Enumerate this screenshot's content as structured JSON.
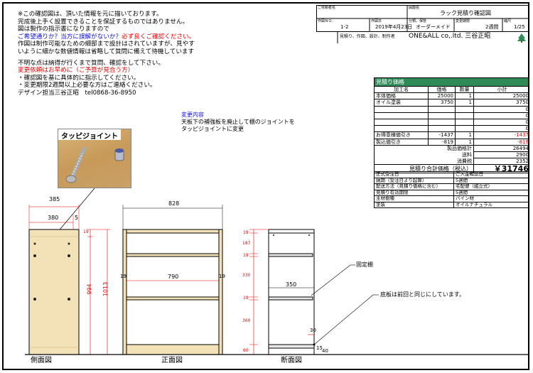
{
  "notes": {
    "l1": "※この確認図は、頂いた情報を元に描いております。",
    "l2": "完成後上手く設置できることを保証するものではありません。",
    "l3": "図は製作の指示書になりますので",
    "l4a": "ご希望通りか？当方に誤解がないか？",
    "l4b": "必ず良くご確認ください。",
    "l5": "作図は制作可能なための細部まで設計はされていますが、見やす",
    "l6": "いように細かな数値情報は省略して質問に備えて待機しています",
    "l7": "不明な点は納得が行くまで質問、確認をして下さい。",
    "l8": "変更依頼はお早めに（ご予算が見合う方）",
    "l9": "・確認図を基に具体的に指示してください。",
    "l10": "・変更期限2週間以上必要な方はご連絡ください。",
    "l11": "デザイン担当三谷正昭　tel0868-36-8950"
  },
  "title_block": {
    "customer_label": "ご依頼者名",
    "drawing_name_label": "図面名",
    "drawing_name": "ラック見積り確認図",
    "drawing_no_label": "作図ＮＯ．",
    "drawing_no": "1-2",
    "date_label": "作図日",
    "date": "2019年4月23日",
    "category_label": "分類，保管",
    "category": "オーダーメイド",
    "deadline_label": "変更期限",
    "deadline": "2週間",
    "scale_label": "縮尺",
    "scale": "1/25",
    "roles": "見積り、作図、設計、制作者",
    "author": "ONE&ALL co,.ltd. 三谷正昭"
  },
  "estimate": {
    "title": "見積り価格",
    "headers": [
      "加工名",
      "価格",
      "数量",
      "小計"
    ],
    "rows": [
      [
        "本体価格",
        "25000",
        "1",
        "25000"
      ],
      [
        "オイル塗装",
        "3750",
        "1",
        "3750"
      ],
      [
        "",
        "",
        "",
        "0"
      ],
      [
        "",
        "",
        "",
        "0"
      ],
      [
        "",
        "",
        "",
        "0"
      ],
      [
        "",
        "",
        "",
        "0"
      ],
      [
        "お得意様値引き",
        "-1437",
        "1",
        "-1437"
      ],
      [
        "製込値引き",
        "-819",
        "1",
        "-819"
      ]
    ],
    "product_total_label": "製品価格計",
    "product_total": "26494",
    "shipping_label": "送料",
    "shipping": "2900",
    "tax_label": "消費税",
    "tax": "2352",
    "grand_label": "見積り合計価格（税込）",
    "grand": "￥31746"
  },
  "info": [
    [
      "正式受注日",
      "ご入金確認日"
    ],
    [
      "納期（受注日より起算）",
      "5週間"
    ],
    [
      "配送方法（見積り価格に含む）",
      "宅配便（組立式）"
    ],
    [
      "見積り有効期限",
      "5週間"
    ],
    [
      "主材樹種",
      "パイン材"
    ],
    [
      "塗装",
      "オイルナチュラル"
    ]
  ],
  "change": {
    "title": "変更内容",
    "l1": "天板下の補強板を廃止して棚のジョイントを",
    "l2": "タッピジョイントに変更"
  },
  "photo_caption": "タッピジョイント",
  "drawing": {
    "side_label": "側面図",
    "front_label": "正面図",
    "section_label": "断面図",
    "dim_385": "385",
    "dim_380": "380",
    "dim_5": "5",
    "dim_19": "19",
    "dim_994": "994",
    "dim_1013": "1013",
    "dim_828": "828",
    "dim_790": "790",
    "dim_187": "187",
    "dim_330": "330",
    "dim_350": "350",
    "dim_360": "360",
    "dim_30": "30",
    "dim_60": "60",
    "dim_40": "40",
    "dim_15": "15",
    "fixed_shelf": "固定棚",
    "bottom_note": "底板は前回と同じにしています。"
  }
}
